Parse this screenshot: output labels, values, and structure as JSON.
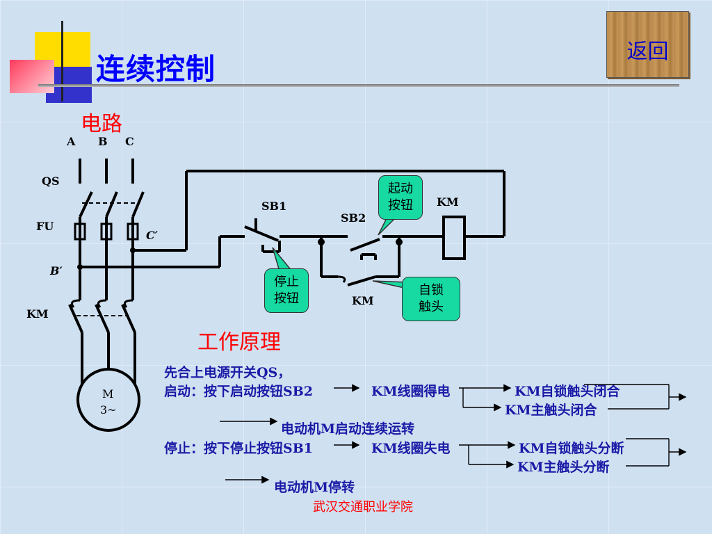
{
  "title": "连续控制",
  "back_label": "返回",
  "circuit_heading": "电路",
  "principle_heading": "工作原理",
  "circuit_labels": {
    "phase_a": "A",
    "phase_b": "B",
    "phase_c": "C",
    "qs": "QS",
    "fu": "FU",
    "km_main": "KM",
    "c_prime": "C′",
    "b_prime": "B′",
    "sb1": "SB1",
    "sb2": "SB2",
    "km_coil": "KM",
    "km_aux": "KM",
    "motor_m": "M",
    "motor_phase": "3~"
  },
  "callouts": {
    "start_button": "起动\n按钮",
    "stop_button": "停止\n按钮",
    "self_lock": "自锁\n触头"
  },
  "principle": {
    "line1": "先合上电源开关QS，",
    "start_prefix": "启动：按下启动按钮SB2",
    "start_coil": "KM线圈得电",
    "start_lock": "KM自锁触头闭合",
    "start_main": "KM主触头闭合",
    "start_result": "电动机M启动连续运转",
    "stop_prefix": "停止：按下停止按钮SB1",
    "stop_coil": "KM线圈失电",
    "stop_lock": "KM自锁触头分断",
    "stop_main": "KM主触头分断",
    "stop_result": "电动机M停转"
  },
  "footer": "武汉交通职业学院",
  "colors": {
    "title": "#0000ff",
    "heading": "#ff0000",
    "callout": "#17d9a2",
    "text": "#1a1aa6"
  }
}
